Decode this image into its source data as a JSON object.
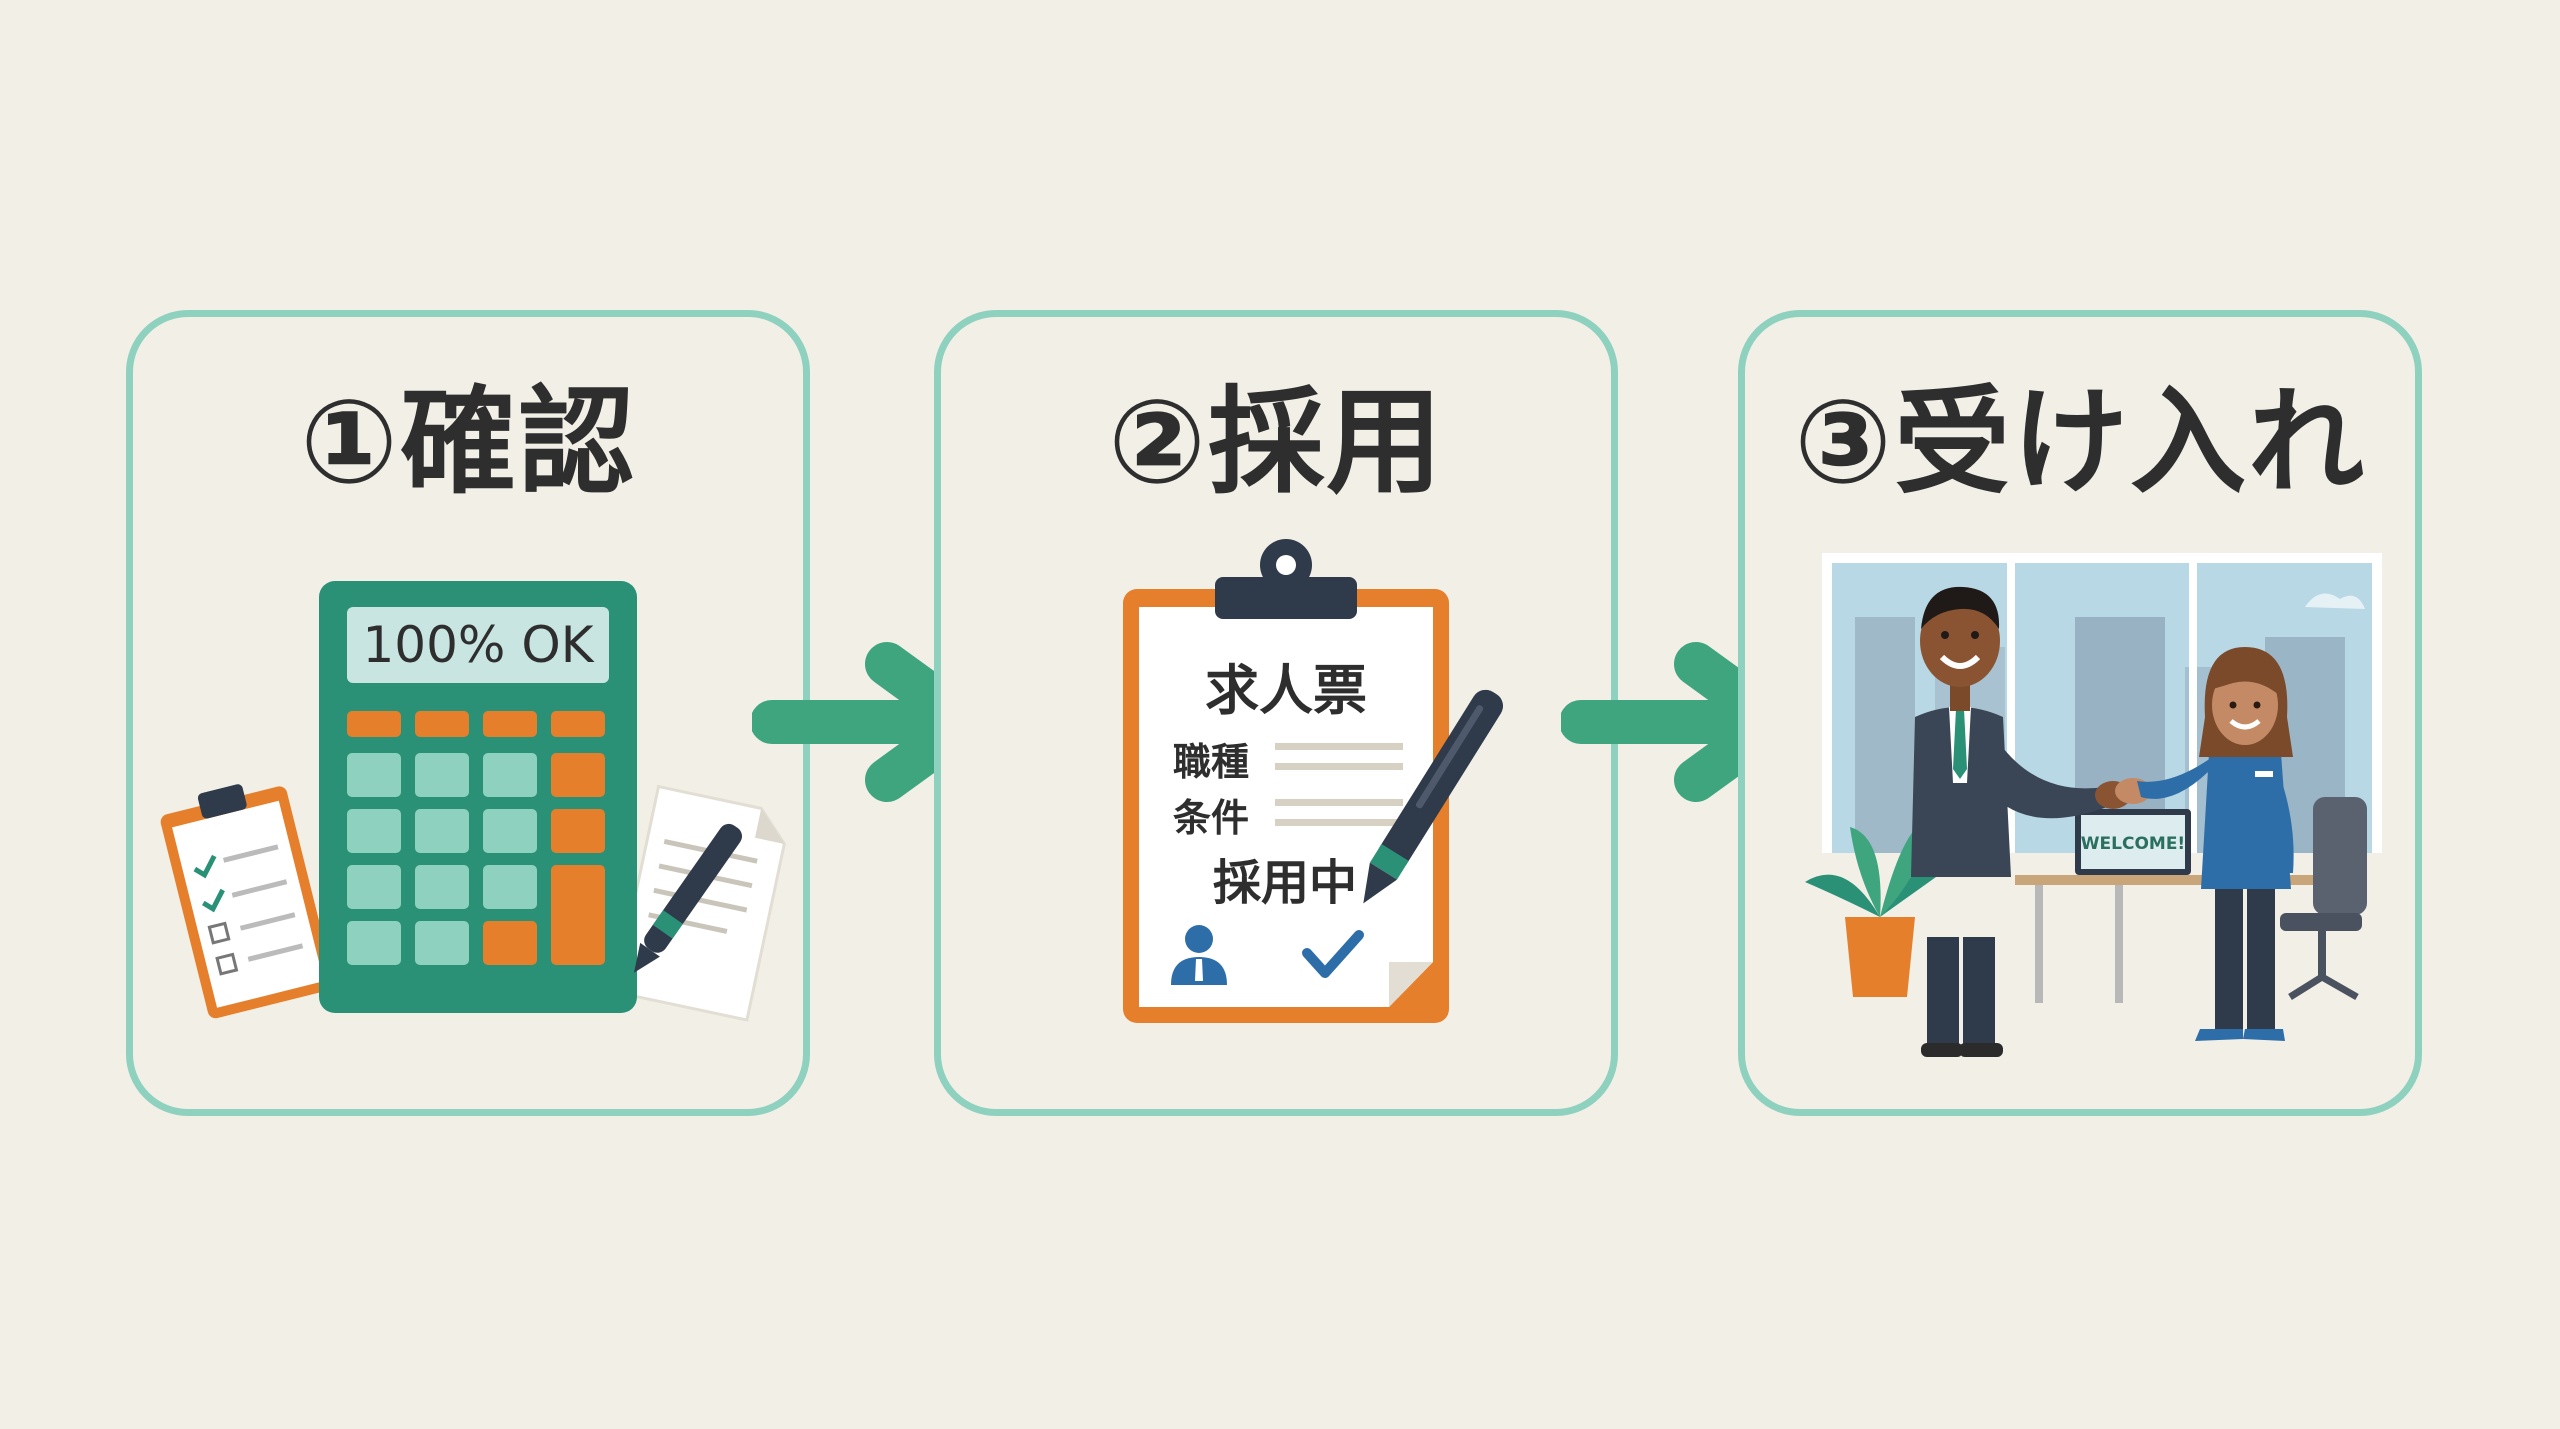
{
  "steps": [
    {
      "title": "①確認"
    },
    {
      "title": "②採用"
    },
    {
      "title": "③受け入れ"
    }
  ],
  "calculator": {
    "display": "100% OK"
  },
  "job_sheet": {
    "title": "求人票",
    "field1": "職種",
    "field2": "条件",
    "status": "採用中"
  },
  "laptop": {
    "screen_text": "WELCOME!"
  },
  "icons": {
    "step1": [
      "calculator-icon",
      "clipboard-checklist-icon",
      "document-icon",
      "pen-icon"
    ],
    "step2": [
      "clipboard-icon",
      "pen-icon",
      "person-icon",
      "checkmark-icon"
    ],
    "step3": [
      "handshake-scene",
      "plant-icon",
      "laptop-icon",
      "office-chair-icon"
    ],
    "connectors": [
      "arrow-right-icon",
      "arrow-right-icon"
    ]
  },
  "colors": {
    "background": "#f2efe7",
    "card_border": "#8fd1bf",
    "arrow": "#3ea57f",
    "calculator": "#2a9177",
    "orange": "#e57f2b",
    "navy": "#2f3a4a",
    "blue": "#2e6ea8"
  }
}
